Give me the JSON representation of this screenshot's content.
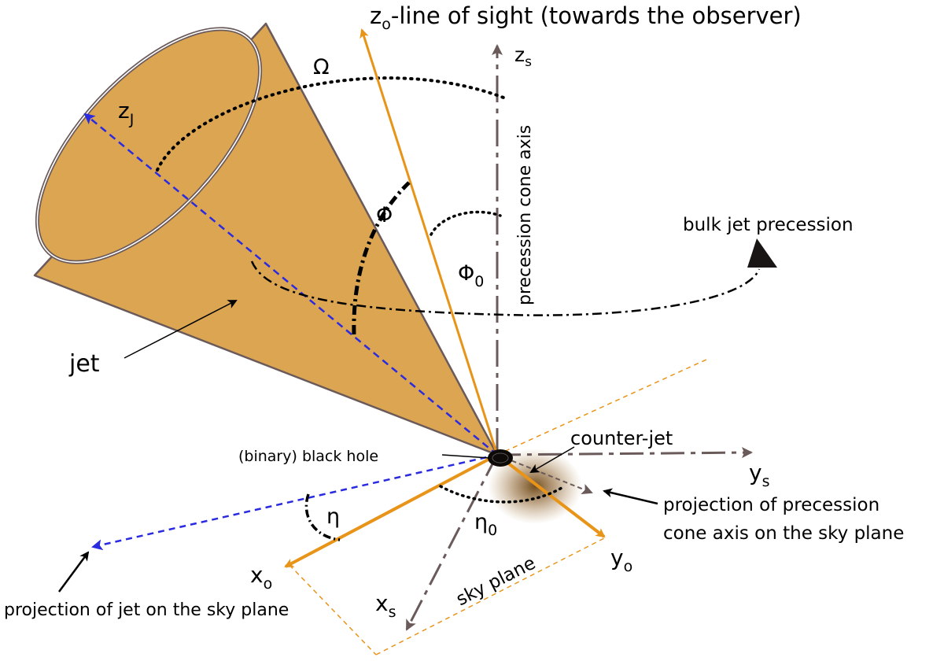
{
  "labels": {
    "line_of_sight_main": "z",
    "line_of_sight_sub": "o",
    "line_of_sight_rest": "-line of sight (towards the observer)",
    "zs_main": "z",
    "zs_sub": "s",
    "zj_main": "z",
    "zj_sub": "J",
    "omega": "Ω",
    "phi": "Φ",
    "phi0_main": "Φ",
    "phi0_sub": "0",
    "precession_cone_axis": "precession cone axis",
    "bulk_jet_precession": "bulk jet precession",
    "jet": "jet",
    "black_hole": "(binary) black hole",
    "counter_jet": "counter-jet",
    "ys_main": "y",
    "ys_sub": "s",
    "yo_main": "y",
    "yo_sub": "o",
    "xo_main": "x",
    "xo_sub": "o",
    "xs_main": "x",
    "xs_sub": "s",
    "eta": "η",
    "eta0_main": "η",
    "eta0_sub": "0",
    "sky_plane": "sky plane",
    "proj_cone_line1": "projection of precession",
    "proj_cone_line2": "cone axis on the sky plane",
    "proj_jet": "projection of jet on the sky plane"
  },
  "colors": {
    "cone_fill": "#dba552",
    "cone_edge": "#6b5a5a",
    "line_of_sight": "#e89418",
    "jet_axis": "#2a2ae0",
    "axes_gray": "#6b5a5a",
    "counter_jet_glow": "#7a5320"
  }
}
